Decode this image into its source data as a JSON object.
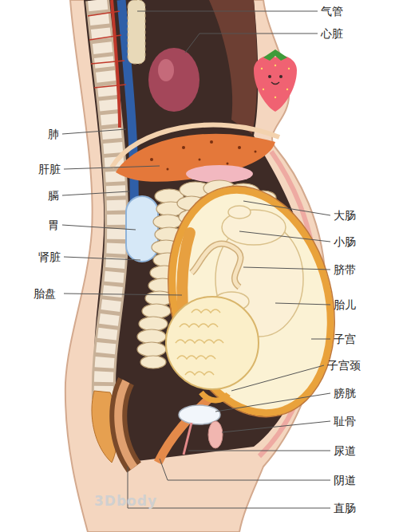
{
  "diagram": {
    "labels": [
      "气管",
      "心脏",
      "肺",
      "肝脏",
      "膈",
      "胃",
      "肾脏",
      "胎盘",
      "大肠",
      "小肠",
      "脐带",
      "胎儿",
      "子宫",
      "子宫颈",
      "膀胱",
      "耻骨",
      "尿道",
      "阴道",
      "直肠",
      "3Dbody"
    ]
  }
}
